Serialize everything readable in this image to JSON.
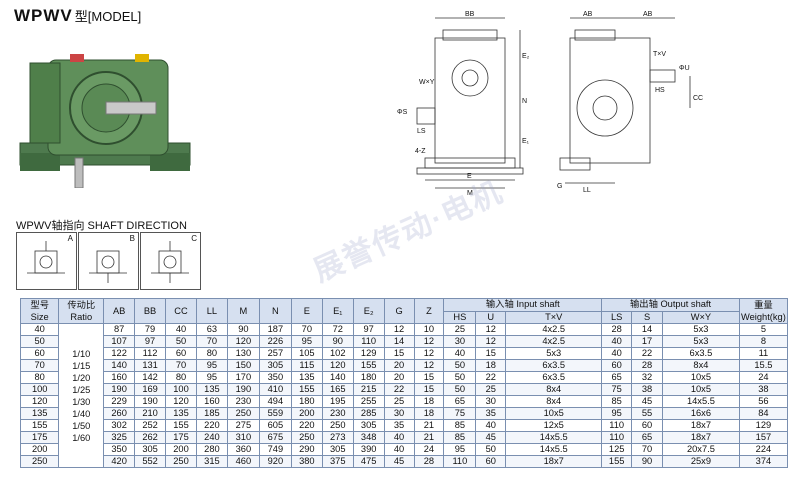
{
  "title": {
    "main": "WPWV",
    "sub": "型[MODEL]"
  },
  "drawing_labels": {
    "front": {
      "BB": "BB",
      "E2": "E₂",
      "N": "N",
      "E1": "E₁",
      "WY": "W×Y",
      "S": "ΦS",
      "LS": "LS",
      "Z": "4-Z",
      "E": "E",
      "M": "M"
    },
    "side": {
      "AB": "AB",
      "AB2": "AB",
      "TV": "T×V",
      "U": "ΦU",
      "HS": "HS",
      "CC": "CC",
      "G": "G",
      "LL": "LL"
    }
  },
  "shaft_direction": {
    "label": "WPWV轴指向  SHAFT DIRECTION",
    "tags": [
      "A",
      "B",
      "C"
    ]
  },
  "watermark": "展誉传动·电机",
  "table": {
    "headers": {
      "size": "型号\nSize",
      "ratio": "传动比\nRatio",
      "cols": [
        "AB",
        "BB",
        "CC",
        "LL",
        "M",
        "N",
        "E",
        "E₁",
        "E₂",
        "G",
        "Z"
      ],
      "input_group": "输入轴 Input shaft",
      "input_cols": [
        "HS",
        "U",
        "T×V"
      ],
      "output_group": "输出轴 Output shaft",
      "output_cols": [
        "LS",
        "S",
        "W×Y"
      ],
      "weight": "重量\nWeight(kg)"
    },
    "ratios": [
      "1/10",
      "1/15",
      "1/20",
      "1/25",
      "1/30",
      "1/40",
      "1/50",
      "1/60"
    ],
    "rows": [
      [
        "40",
        "87",
        "79",
        "40",
        "63",
        "90",
        "187",
        "70",
        "72",
        "97",
        "12",
        "10",
        "25",
        "12",
        "4x2.5",
        "28",
        "14",
        "5x3",
        "5"
      ],
      [
        "50",
        "107",
        "97",
        "50",
        "70",
        "120",
        "226",
        "95",
        "90",
        "110",
        "14",
        "12",
        "30",
        "12",
        "4x2.5",
        "40",
        "17",
        "5x3",
        "8"
      ],
      [
        "60",
        "122",
        "112",
        "60",
        "80",
        "130",
        "257",
        "105",
        "102",
        "129",
        "15",
        "12",
        "40",
        "15",
        "5x3",
        "40",
        "22",
        "6x3.5",
        "11"
      ],
      [
        "70",
        "140",
        "131",
        "70",
        "95",
        "150",
        "305",
        "115",
        "120",
        "155",
        "20",
        "12",
        "50",
        "18",
        "6x3.5",
        "60",
        "28",
        "8x4",
        "15.5"
      ],
      [
        "80",
        "160",
        "142",
        "80",
        "95",
        "170",
        "350",
        "135",
        "140",
        "180",
        "20",
        "15",
        "50",
        "22",
        "6x3.5",
        "65",
        "32",
        "10x5",
        "24"
      ],
      [
        "100",
        "190",
        "169",
        "100",
        "135",
        "190",
        "410",
        "155",
        "165",
        "215",
        "22",
        "15",
        "50",
        "25",
        "8x4",
        "75",
        "38",
        "10x5",
        "38"
      ],
      [
        "120",
        "229",
        "190",
        "120",
        "160",
        "230",
        "494",
        "180",
        "195",
        "255",
        "25",
        "18",
        "65",
        "30",
        "8x4",
        "85",
        "45",
        "14x5.5",
        "56"
      ],
      [
        "135",
        "260",
        "210",
        "135",
        "185",
        "250",
        "559",
        "200",
        "230",
        "285",
        "30",
        "18",
        "75",
        "35",
        "10x5",
        "95",
        "55",
        "16x6",
        "84"
      ],
      [
        "155",
        "302",
        "252",
        "155",
        "220",
        "275",
        "605",
        "220",
        "250",
        "305",
        "35",
        "21",
        "85",
        "40",
        "12x5",
        "110",
        "60",
        "18x7",
        "129"
      ],
      [
        "175",
        "325",
        "262",
        "175",
        "240",
        "310",
        "675",
        "250",
        "273",
        "348",
        "40",
        "21",
        "85",
        "45",
        "14x5.5",
        "110",
        "65",
        "18x7",
        "157"
      ],
      [
        "200",
        "350",
        "305",
        "200",
        "280",
        "360",
        "749",
        "290",
        "305",
        "390",
        "40",
        "24",
        "95",
        "50",
        "14x5.5",
        "125",
        "70",
        "20x7.5",
        "224"
      ],
      [
        "250",
        "420",
        "552",
        "250",
        "315",
        "460",
        "920",
        "380",
        "375",
        "475",
        "45",
        "28",
        "110",
        "60",
        "18x7",
        "155",
        "90",
        "25x9",
        "374"
      ]
    ]
  }
}
